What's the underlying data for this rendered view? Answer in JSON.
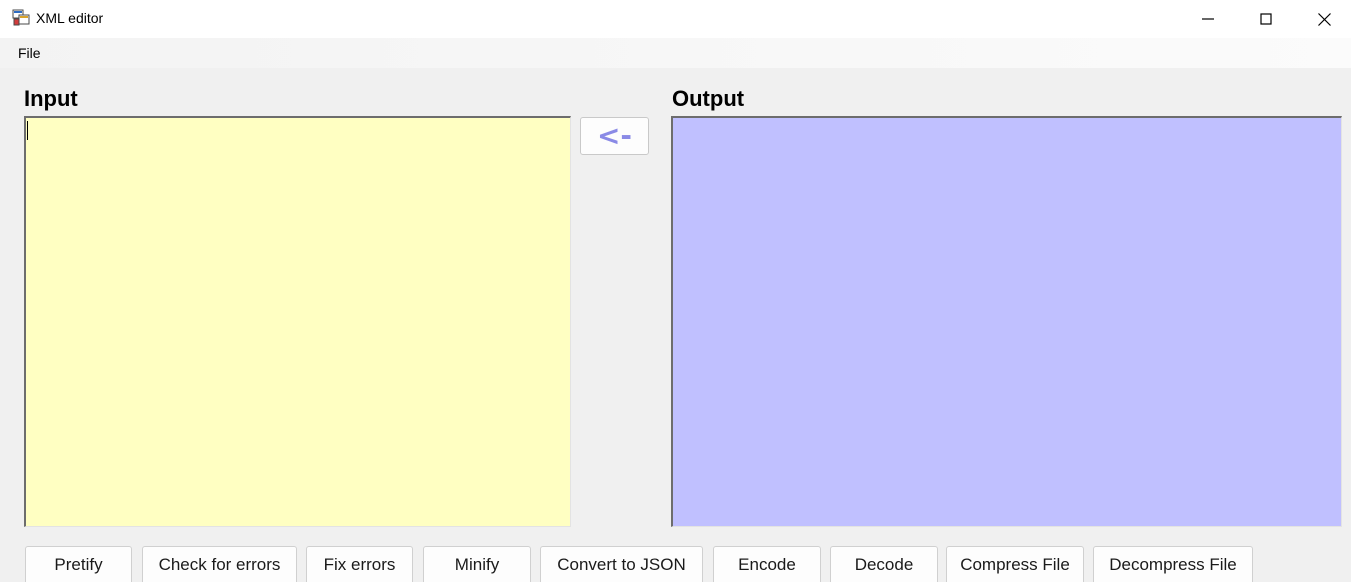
{
  "window": {
    "title": "XML editor"
  },
  "menu": {
    "items": [
      {
        "label": "File"
      }
    ]
  },
  "input": {
    "label": "Input",
    "value": "",
    "background": "#ffffc2"
  },
  "output": {
    "label": "Output",
    "value": "",
    "background": "#c0c0ff"
  },
  "arrow_button": {
    "label": "<-",
    "color": "#8a8ae6"
  },
  "actions": [
    {
      "label": "Pretify"
    },
    {
      "label": "Check for errors"
    },
    {
      "label": "Fix errors"
    },
    {
      "label": "Minify"
    },
    {
      "label": "Convert to JSON"
    },
    {
      "label": "Encode"
    },
    {
      "label": "Decode"
    },
    {
      "label": "Compress File"
    },
    {
      "label": "Decompress File"
    }
  ],
  "icons": {
    "app": "app-window-icon",
    "minimize": "minimize-icon",
    "maximize": "maximize-icon",
    "close": "close-icon"
  }
}
